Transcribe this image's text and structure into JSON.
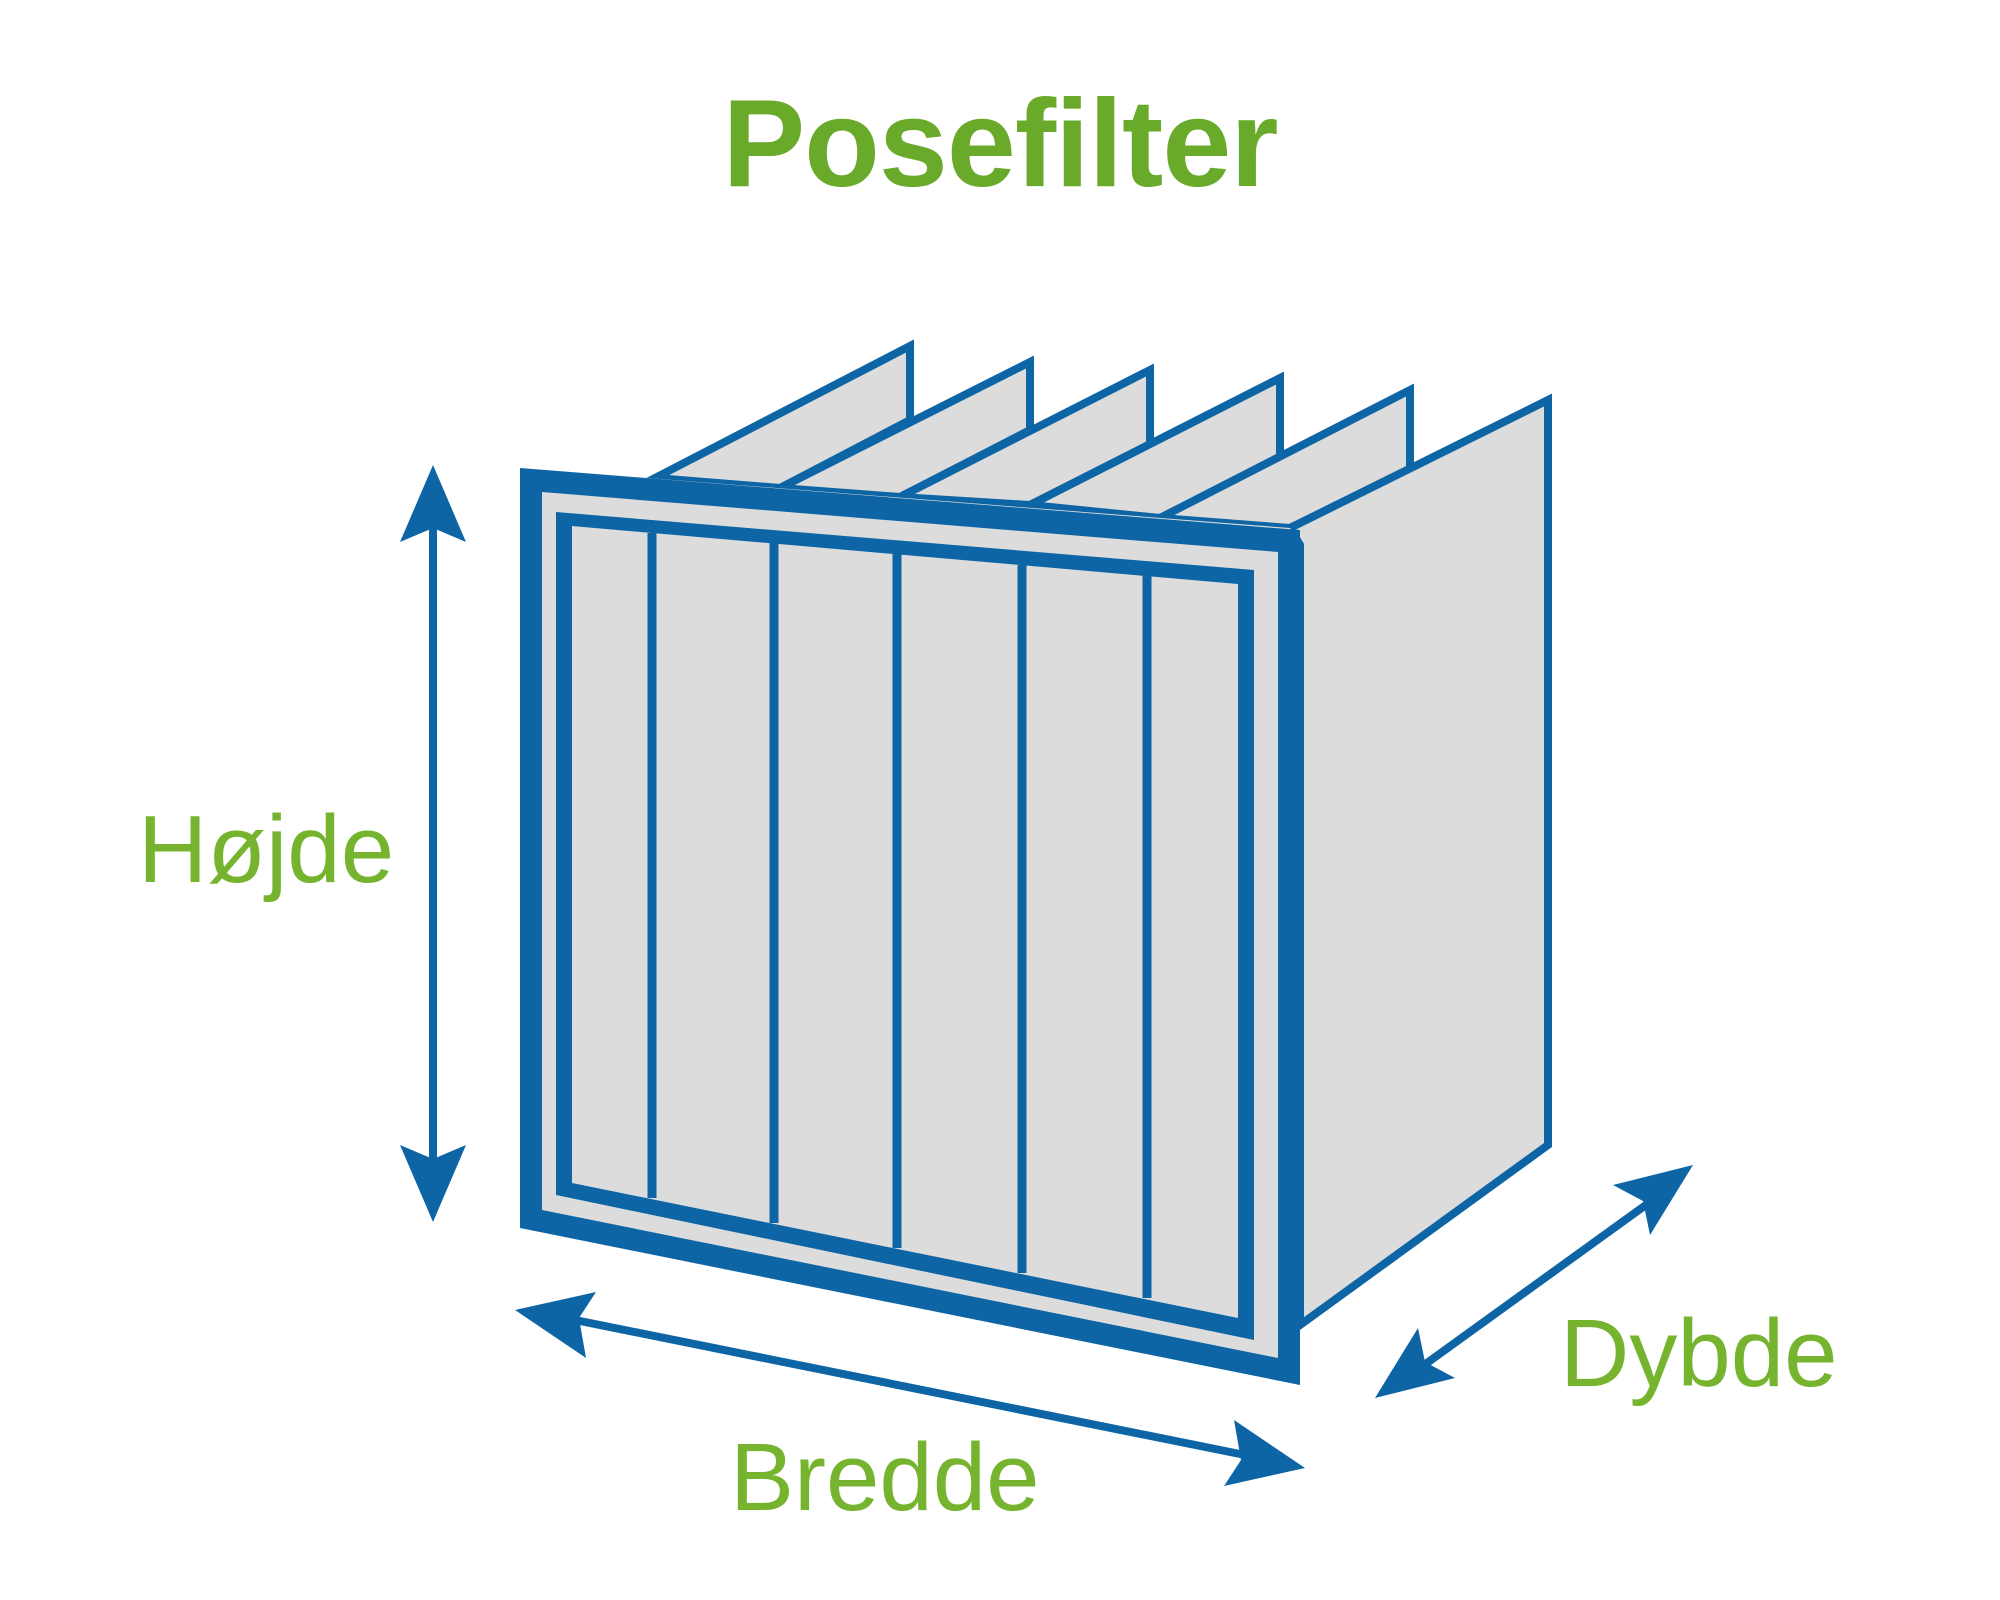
{
  "title": "Posefilter",
  "labels": {
    "height": "Højde",
    "width": "Bredde",
    "depth": "Dybde"
  },
  "colors": {
    "title": "#6aaa2a",
    "label": "#76b42f",
    "outline": "#0d65a5",
    "fill": "#dcdcdc",
    "background": "#ffffff"
  },
  "filter": {
    "pocket_count": 6
  }
}
